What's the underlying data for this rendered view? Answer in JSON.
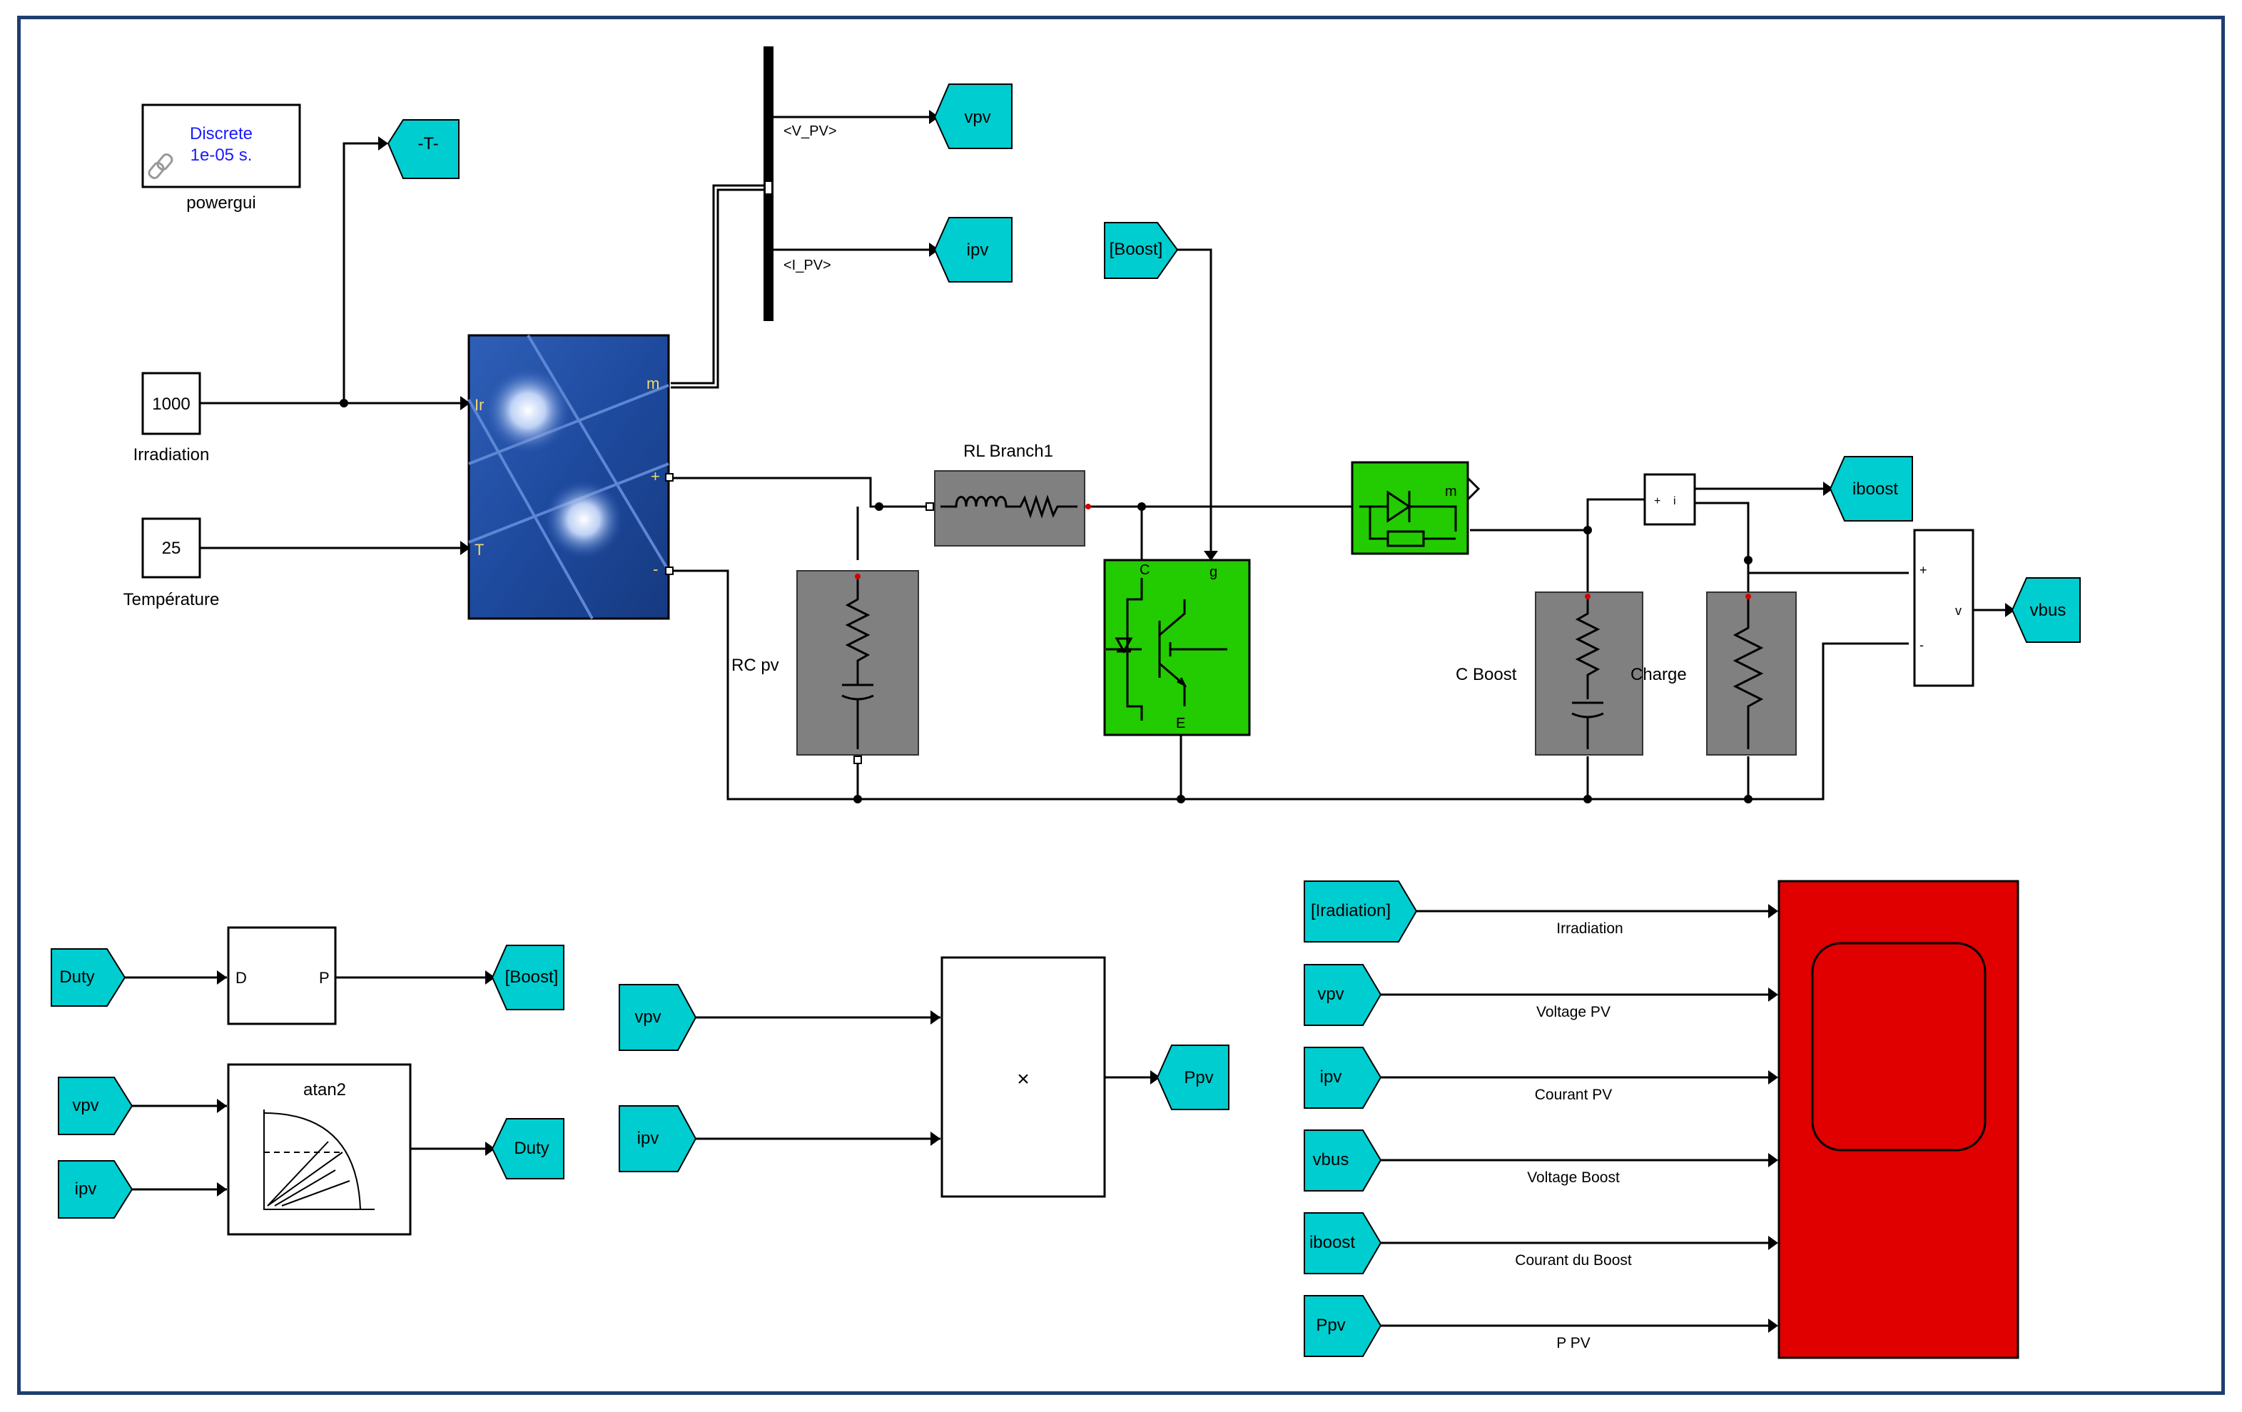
{
  "powergui": {
    "line1": "Discrete",
    "line2": "1e-05 s.",
    "name": "powergui"
  },
  "goto_T": "-T-",
  "const_irr": {
    "value": "1000",
    "name": "Irradiation"
  },
  "const_temp": {
    "value": "25",
    "name": "Température"
  },
  "pv_ports": {
    "ir": "Ir",
    "t": "T",
    "m": "m",
    "plus": "+",
    "minus": "-"
  },
  "bus": {
    "v_pv": "<V_PV>",
    "i_pv": "<I_PV>"
  },
  "tags": {
    "vpv_goto": "vpv",
    "ipv_goto": "ipv",
    "boost_from": "[Boost]",
    "iboost_goto": "iboost",
    "vbus_goto": "vbus",
    "duty_from": "Duty",
    "boost_goto": "[Boost]",
    "vpv_from1": "vpv",
    "ipv_from1": "ipv",
    "duty_goto": "Duty",
    "vpv_from2": "vpv",
    "ipv_from2": "ipv",
    "ppv_goto": "Ppv",
    "irr_from": "[Iradiation]",
    "vpv_from3": "vpv",
    "ipv_from3": "ipv",
    "vbus_from": "vbus",
    "iboost_from": "iboost",
    "ppv_from": "Ppv"
  },
  "blocks": {
    "rl_branch": "RL Branch1",
    "rc_pv": "RC pv",
    "c_boost": "C Boost",
    "charge": "Charge",
    "igbt_g": "g",
    "igbt_c": "C",
    "igbt_e": "E",
    "diode_m": "m",
    "dp_d": "D",
    "dp_p": "P",
    "atan2": "atan2",
    "product": "×"
  },
  "scope_signals": [
    "Irradiation",
    "Voltage PV",
    "Courant PV",
    "Voltage Boost",
    "Courant du Boost",
    "P PV"
  ],
  "colors": {
    "tag": "#00cdd0",
    "scope": "#e00000",
    "green": "#22cc00",
    "gray": "#808080",
    "frame": "#1d3e6e"
  }
}
